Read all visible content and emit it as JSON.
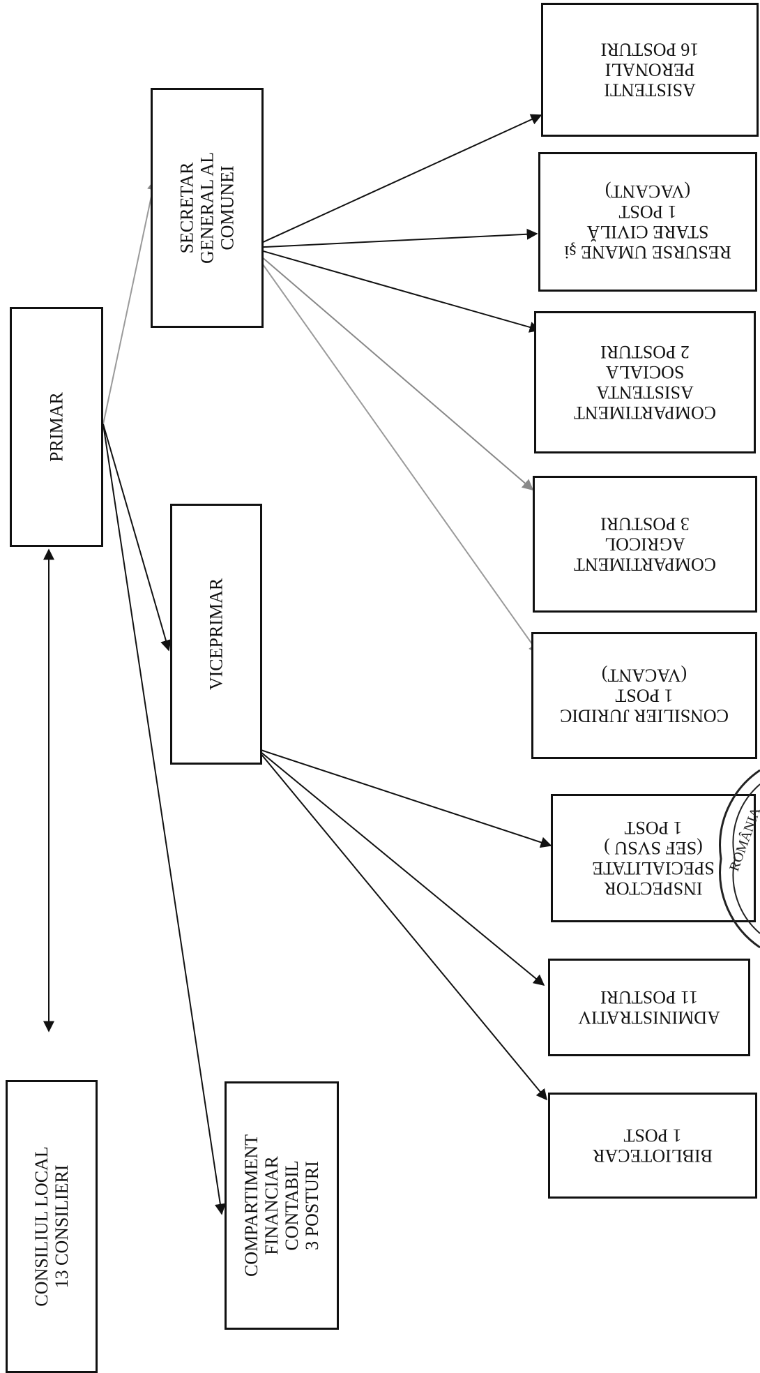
{
  "nodes": {
    "consiliu_local": {
      "lines": [
        "CONSILIUL LOCAL",
        "13 CONSILIERI"
      ]
    },
    "primar": {
      "lines": [
        "PRIMAR"
      ]
    },
    "compartiment_financiar": {
      "lines": [
        "COMPARTIMENT",
        "FINANCIAR",
        "CONTABIL",
        "3 POSTURI"
      ]
    },
    "viceprimar": {
      "lines": [
        "VICEPRIMAR"
      ]
    },
    "secretar_general": {
      "lines": [
        "SECRETAR",
        "GENERAL AL",
        "COMUNEI"
      ]
    },
    "asistenti_personali": {
      "lines": [
        "ASISTENTI",
        "PERONALI",
        "16 POSTURI"
      ]
    },
    "resurse_umane": {
      "lines": [
        "RESURSE UMANE şi",
        "STARE CIVILĂ",
        "1 POST",
        "(VACANT)"
      ]
    },
    "asistenta_sociala": {
      "lines": [
        "COMPARTIMENT",
        "ASISTENTA",
        "SOCIALA",
        "2 POSTURI"
      ]
    },
    "compartiment_agricol": {
      "lines": [
        "COMPARTIMENT",
        "AGRICOL",
        "3 POSTURI"
      ]
    },
    "consilier_juridic": {
      "lines": [
        "CONSILIER JURIDIC",
        "1 POST",
        "(VACANT)"
      ]
    },
    "inspector_specialitate": {
      "lines": [
        "INSPECTOR",
        "SPECIALITATE",
        "(SEF SVSU )",
        "1 POST"
      ]
    },
    "administrativ": {
      "lines": [
        "ADMINISTRATIV",
        "11  POSTURI"
      ]
    },
    "bibliotecar": {
      "lines": [
        "BIBLIOTECAR",
        "1 POST"
      ]
    }
  },
  "stamp": {
    "text": "ROMÂNIA"
  },
  "colors": {
    "line": "#111111",
    "faint_line": "#9a9a9a",
    "stamp": "#222222"
  }
}
